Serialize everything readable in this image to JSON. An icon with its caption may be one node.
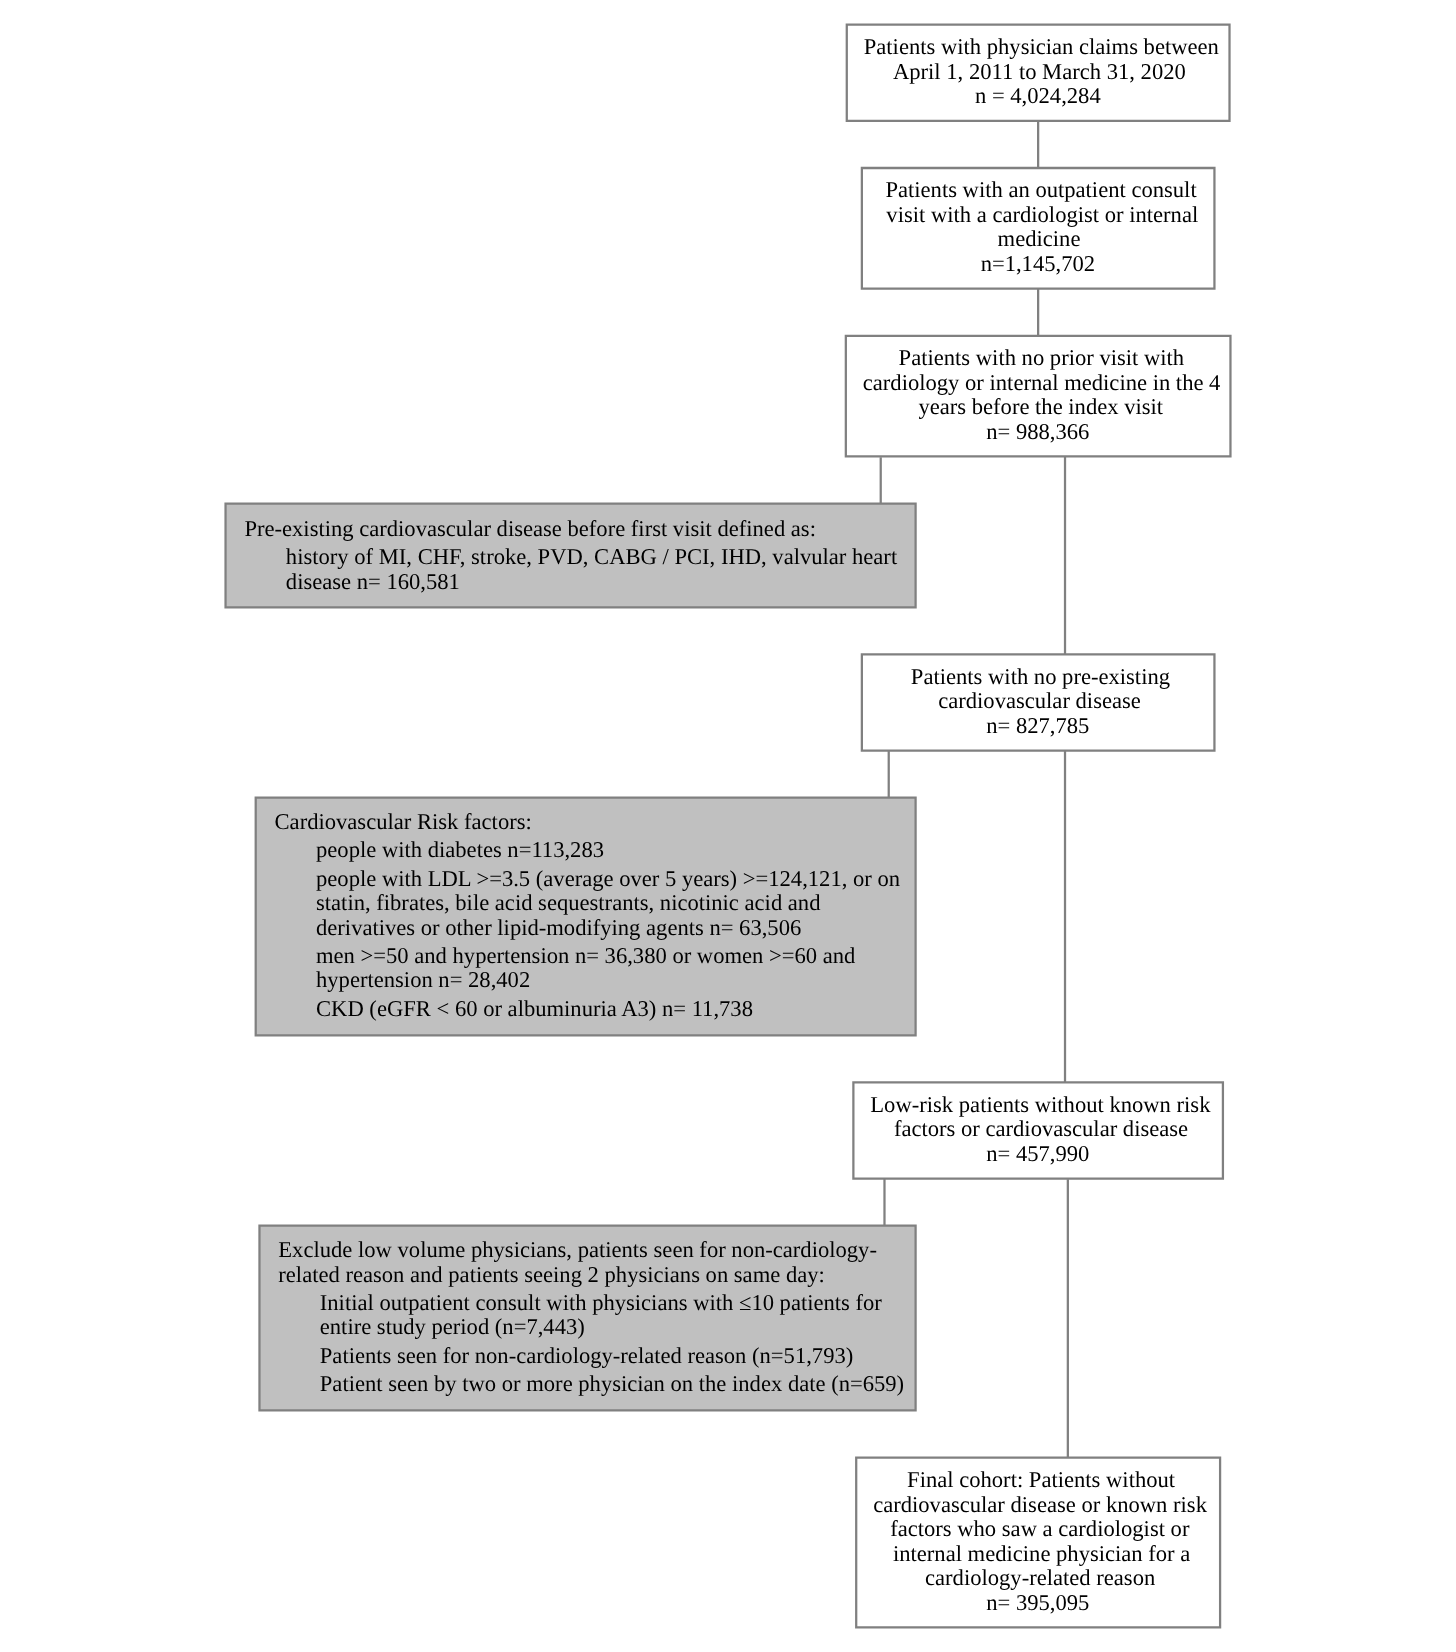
{
  "diagram": {
    "nodes": [
      {
        "text": [
          "Patients with physician claims between April 1, 2011 to March 31, 2020",
          "n = 4,024,284"
        ]
      },
      {
        "text": [
          "Patients with an outpatient consult visit with a cardiologist or internal medicine",
          "n=1,145,702"
        ]
      },
      {
        "text": [
          "Patients with no prior visit with cardiology or internal medicine in the 4 years before the index visit",
          "n= 988,366"
        ]
      },
      {
        "text": [
          "Pre-existing cardiovascular disease before first visit defined as:",
          "history of MI, CHF, stroke, PVD, CABG / PCI, IHD, valvular heart disease n= 160,581"
        ]
      },
      {
        "text": [
          "Patients with no pre-existing cardiovascular disease",
          "n= 827,785"
        ]
      },
      {
        "text": [
          "Cardiovascular Risk factors:",
          "people with diabetes n=113,283",
          "people with LDL >=3.5 (average over 5 years) >=124,121, or on statin, fibrates, bile acid sequestrants, nicotinic acid and derivatives or other lipid-modifying agents n= 63,506",
          "men >=50 and hypertension n= 36,380 or women >=60 and hypertension n= 28,402",
          "CKD (eGFR < 60 or albuminuria A3) n= 11,738"
        ]
      },
      {
        "text": [
          "Low-risk patients without known risk factors or cardiovascular disease",
          "n= 457,990"
        ]
      },
      {
        "text": [
          "Exclude low volume physicians, patients seen for non-cardiology-related reason and patients seeing 2 physicians on same day:",
          "Initial outpatient consult with physicians with ≤10 patients for entire study period (n=7,443)",
          "Patients seen for non-cardiology-related reason (n=51,793)",
          "Patient seen by two or more physician on the index date (n=659)"
        ]
      },
      {
        "text": [
          "Final cohort: Patients without cardiovascular disease or known risk factors who saw a cardiologist or internal medicine physician for a cardiology-related reason",
          "n= 395,095"
        ]
      }
    ],
    "edges": [
      {
        "from": 0,
        "to": 1,
        "arrow": "none"
      },
      {
        "from": 1,
        "to": 2,
        "arrow": "none"
      },
      {
        "from": 2,
        "to": 4,
        "arrow": "none"
      },
      {
        "from": 2,
        "to": 3,
        "arrow": "none"
      },
      {
        "from": 4,
        "to": 6,
        "arrow": "none"
      },
      {
        "from": 4,
        "to": 5,
        "arrow": "none"
      },
      {
        "from": 6,
        "to": 8,
        "arrow": "none"
      },
      {
        "from": 6,
        "to": 7,
        "arrow": "none"
      }
    ]
  }
}
